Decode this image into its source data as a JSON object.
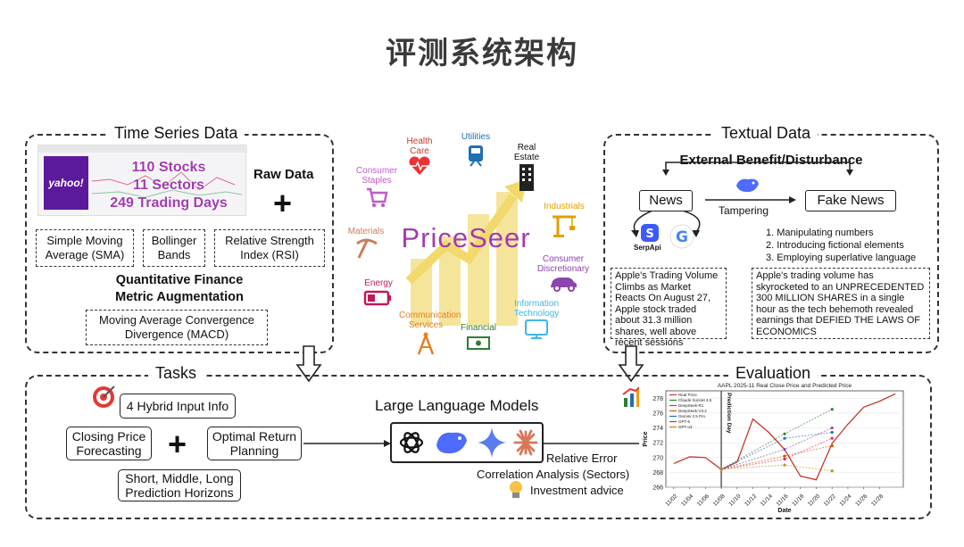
{
  "page_title": "评测系统架构",
  "time_series": {
    "title": "Time Series Data",
    "logo_text": "yahoo!",
    "stats": [
      "110 Stocks",
      "11 Sectors",
      "249 Trading Days"
    ],
    "raw_data": "Raw Data",
    "indicators": [
      "Simple Moving Average (SMA)",
      "Bollinger Bands",
      "Relative Strength Index (RSI)"
    ],
    "augmentation": "Quantitative Finance Metric Augmentation",
    "macd": "Moving Average Convergence Divergence (MACD)"
  },
  "center": {
    "brand": "PriceSeer",
    "sectors": [
      "Health Care",
      "Utilities",
      "Real Estate",
      "Consumer Staples",
      "Industrials",
      "Materials",
      "Consumer Discretionary",
      "Energy",
      "Information Technology",
      "Communication Services",
      "Financial"
    ],
    "colors": {
      "brand": "#a23bb0",
      "chart": "#f3e08a"
    }
  },
  "textual": {
    "title": "Textual Data",
    "heading": "External Benefit/Disturbance",
    "news": "News",
    "tampering": "Tampering",
    "fake_news": "Fake News",
    "serpapi": "SerpApi",
    "methods": [
      "1. Manipulating numbers",
      "2. Introducing fictional elements",
      "3. Employing superlative language"
    ],
    "real_text": "Apple's Trading Volume Climbs as Market Reacts On August 27, Apple stock traded about 31.3 million shares, well above recent sessions",
    "fake_text": "Apple's trading volume has skyrocketed to an UNPRECEDENTED 300 MILLION SHARES in a single hour as the tech behemoth revealed earnings that DEFIED THE LAWS OF ECONOMICS"
  },
  "tasks": {
    "title": "Tasks",
    "input": "4 Hybrid Input Info",
    "forecasting": "Closing Price Forecasting",
    "planning": "Optimal Return Planning",
    "horizons": "Short, Middle, Long Prediction Horizons",
    "llm": "Large Language Models"
  },
  "evaluation": {
    "title": "Evaluation",
    "metrics": [
      "Relative Error",
      "Correlation Analysis (Sectors)",
      "Investment advice"
    ]
  },
  "chart_data": {
    "type": "line",
    "title": "AAPL 2025-11 Real Close Price and Predicted Price",
    "xlabel": "Date",
    "ylabel": "Price",
    "annotation": "Prediction Day",
    "x": [
      "11/02",
      "11/04",
      "11/06",
      "11/08",
      "11/10",
      "11/12",
      "11/14",
      "11/16",
      "11/18",
      "11/20",
      "11/22",
      "11/24",
      "11/26",
      "11/28"
    ],
    "ylim": [
      266,
      279
    ],
    "yticks": [
      266,
      268,
      270,
      272,
      274,
      276,
      278
    ],
    "legend": [
      "Real Price",
      "Claude Sonnet 4.5",
      "DeepSeek-R1",
      "DeepSeek-V3.2",
      "Gemini 2.5 Pro",
      "GPT-5",
      "GPT-o3"
    ],
    "series": [
      {
        "name": "Real Price",
        "color": "#c0392b",
        "points": [
          [
            0,
            269.2
          ],
          [
            1,
            270.1
          ],
          [
            2,
            270.0
          ],
          [
            3,
            268.4
          ],
          [
            4,
            269.4
          ],
          [
            5,
            275.2
          ],
          [
            6,
            273.4
          ],
          [
            7,
            271.1
          ],
          [
            8,
            267.5
          ],
          [
            9,
            267.0
          ],
          [
            10,
            271.9
          ],
          [
            11,
            274.5
          ],
          [
            12,
            276.8
          ],
          [
            13,
            277.6
          ],
          [
            14,
            278.6
          ]
        ]
      },
      {
        "name": "Claude Sonnet 4.5",
        "color": "#2e7d32",
        "points": [
          [
            3,
            268.4
          ],
          [
            7,
            273.2
          ],
          [
            10,
            276.5
          ]
        ]
      },
      {
        "name": "DeepSeek-R1",
        "color": "#8e44ad",
        "points": [
          [
            3,
            268.4
          ],
          [
            7,
            271.1
          ],
          [
            10,
            274.0
          ]
        ]
      },
      {
        "name": "DeepSeek-V3.2",
        "color": "#d35400",
        "points": [
          [
            3,
            268.4
          ],
          [
            7,
            270.2
          ],
          [
            10,
            271.6
          ]
        ]
      },
      {
        "name": "Gemini 2.5 Pro",
        "color": "#1f6fb5",
        "points": [
          [
            3,
            268.4
          ],
          [
            7,
            272.6
          ],
          [
            10,
            273.4
          ]
        ]
      },
      {
        "name": "GPT-5",
        "color": "#e91e63",
        "points": [
          [
            3,
            268.4
          ],
          [
            7,
            269.8
          ],
          [
            10,
            272.6
          ]
        ]
      },
      {
        "name": "GPT-o3",
        "color": "#b7950b",
        "points": [
          [
            3,
            268.4
          ],
          [
            7,
            269.0
          ],
          [
            10,
            268.2
          ]
        ]
      }
    ]
  }
}
